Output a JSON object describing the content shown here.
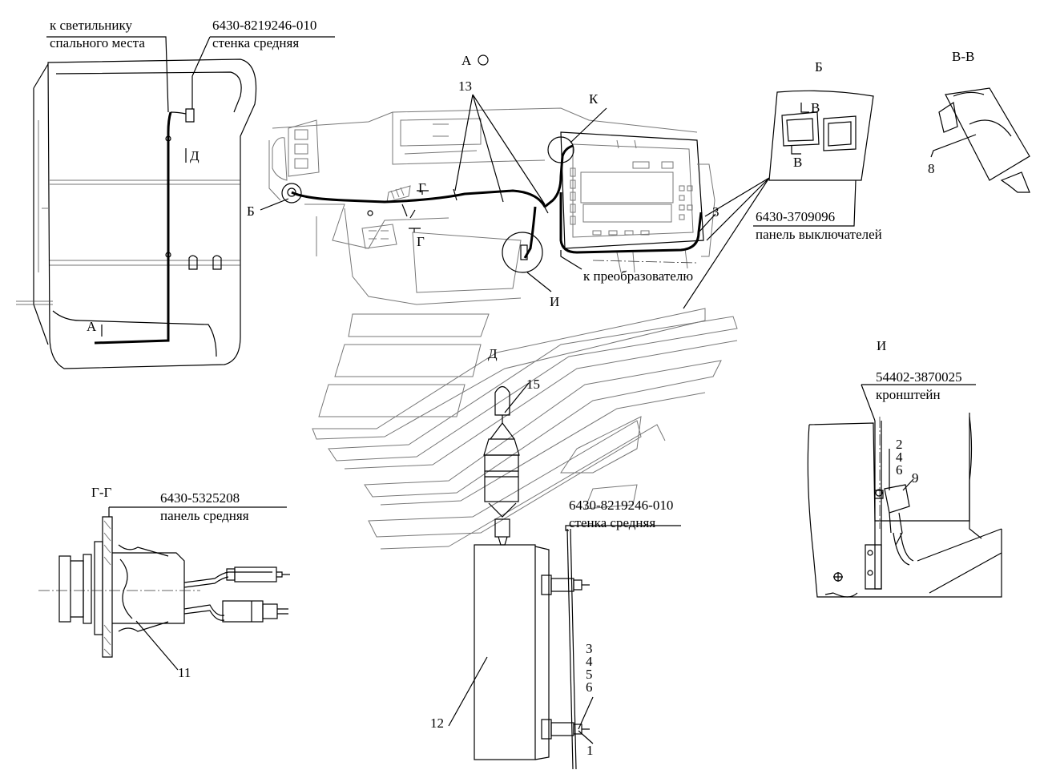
{
  "labels": {
    "sleeper_light_1": "к светильнику",
    "sleeper_light_2": "спального места",
    "wall_part_top": "6430-8219246-010",
    "wall_name_top": "стенка средняя",
    "view_a": "А",
    "callout_13": "13",
    "callout_k": "К",
    "view_b_title": "Б",
    "view_vv_title": "В-В",
    "callout_8": "8",
    "callout_v_top": "В",
    "callout_v_bottom": "В",
    "switch_panel_part": "6430-3709096",
    "switch_panel_name": "панель выключателей",
    "callout_3": "3",
    "to_converter": "к преобразователю",
    "callout_i": "И",
    "callout_b_left": "Б",
    "callout_g_top": "Г",
    "callout_g_bottom": "Г",
    "callout_d_left": "Д",
    "callout_a_left": "А",
    "view_d_title": "Д",
    "callout_15": "15",
    "view_i_title": "И",
    "bracket_part": "54402-3870025",
    "bracket_name": "кронштейн",
    "callout_2": "2",
    "callout_4_i": "4",
    "callout_6_i": "6",
    "callout_9": "9",
    "view_gg_title": "Г-Г",
    "panel_part": "6430-5325208",
    "panel_name": "панель средняя",
    "callout_11": "11",
    "wall_part_bottom": "6430-8219246-010",
    "wall_name_bottom": "стенка средняя",
    "callout_3_d": "3",
    "callout_4_d": "4",
    "callout_5_d": "5",
    "callout_6_d": "6",
    "callout_12": "12",
    "callout_1": "1"
  }
}
